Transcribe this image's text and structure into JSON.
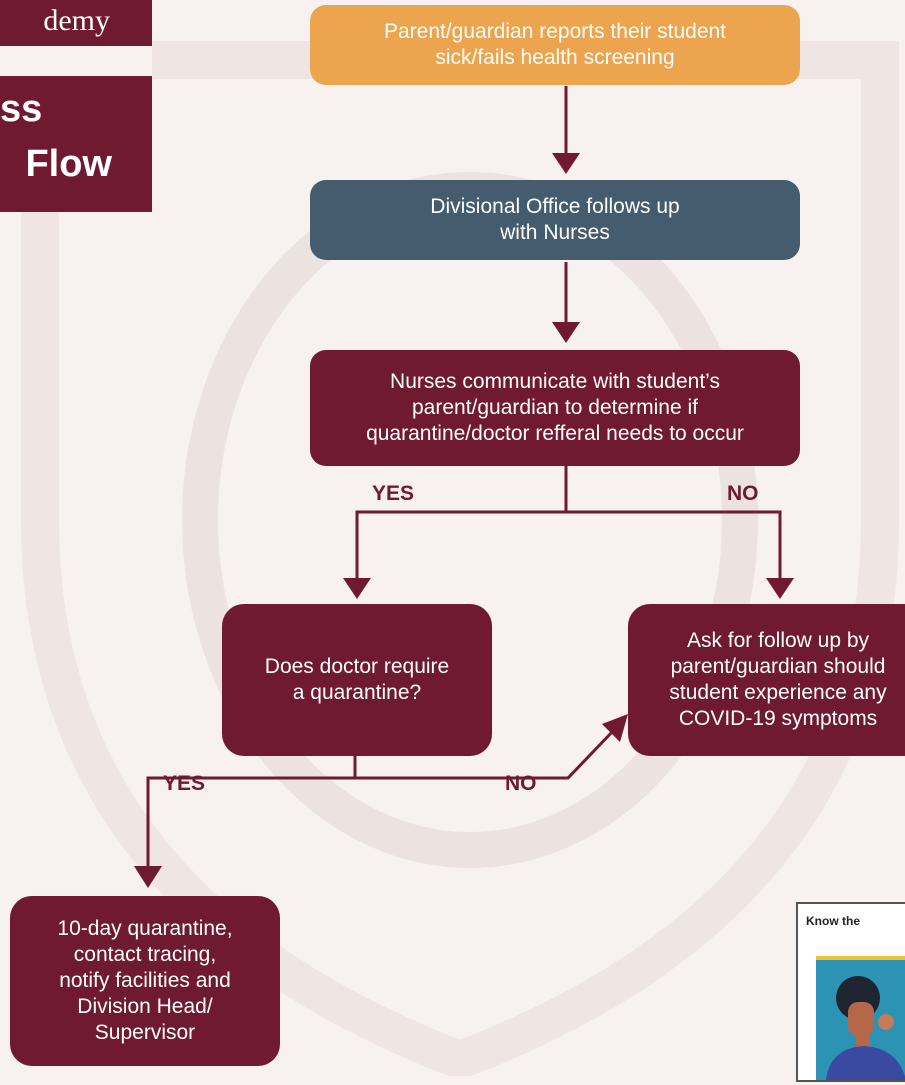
{
  "colors": {
    "maroon": "#701a32",
    "orange": "#eda44f",
    "slate": "#445c6e",
    "background": "#f7f2ef"
  },
  "title": {
    "line1": "demy",
    "line2": "ss",
    "line3": "Flow"
  },
  "flow": {
    "step1": [
      "Parent/guardian reports their student",
      "sick/fails health screening"
    ],
    "step2": [
      "Divisional Office follows up",
      "with Nurses"
    ],
    "step3": [
      "Nurses communicate with student’s",
      "parent/guardian to determine if",
      "quarantine/doctor refferal needs to occur"
    ],
    "decision": [
      "Does doctor require",
      "a quarantine?"
    ],
    "followup": [
      "Ask for follow up by",
      "parent/guardian should",
      "student experience any",
      "COVID-19 symptoms"
    ],
    "quarantine": [
      "10-day quarantine,",
      "contact tracing,",
      "notify facilities and",
      "Division Head/",
      "Supervisor"
    ]
  },
  "labels": {
    "yes1": "YES",
    "no1": "NO",
    "yes2": "YES",
    "no2": "NO"
  },
  "poster": {
    "title": "Know the"
  }
}
